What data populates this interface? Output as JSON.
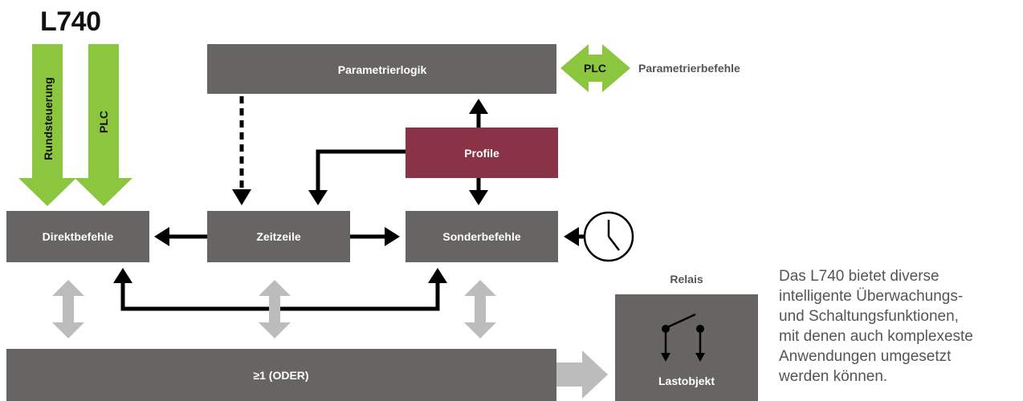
{
  "title": "L740",
  "colors": {
    "box": "#666563",
    "profile_box": "#8a3346",
    "green": "#8cc63f",
    "gray_arrow": "#bcbcbc",
    "black": "#000000",
    "white": "#ffffff"
  },
  "boxes": {
    "parametrierlogik": "Parametrierlogik",
    "profile": "Profile",
    "direktbefehle": "Direktbefehle",
    "zeitzeile": "Zeitzeile",
    "sonderbefehle": "Sonderbefehle",
    "oder": "≥1 (ODER)",
    "lastobjekt": "Lastobjekt"
  },
  "labels": {
    "rundsteuerung": "Rundsteuerung",
    "plc_vertical": "PLC",
    "plc_horizontal": "PLC",
    "parametrierbefehle": "Parametrierbefehle",
    "relais": "Relais"
  },
  "icons": {
    "clock": "clock-icon",
    "switch": "relay-switch-icon"
  },
  "description_lines": [
    "Das L740 bietet diverse",
    "intelligente Überwachungs-",
    "und Schaltungsfunktionen,",
    "mit denen auch komplexeste",
    "Anwendungen umgesetzt",
    "werden können."
  ]
}
